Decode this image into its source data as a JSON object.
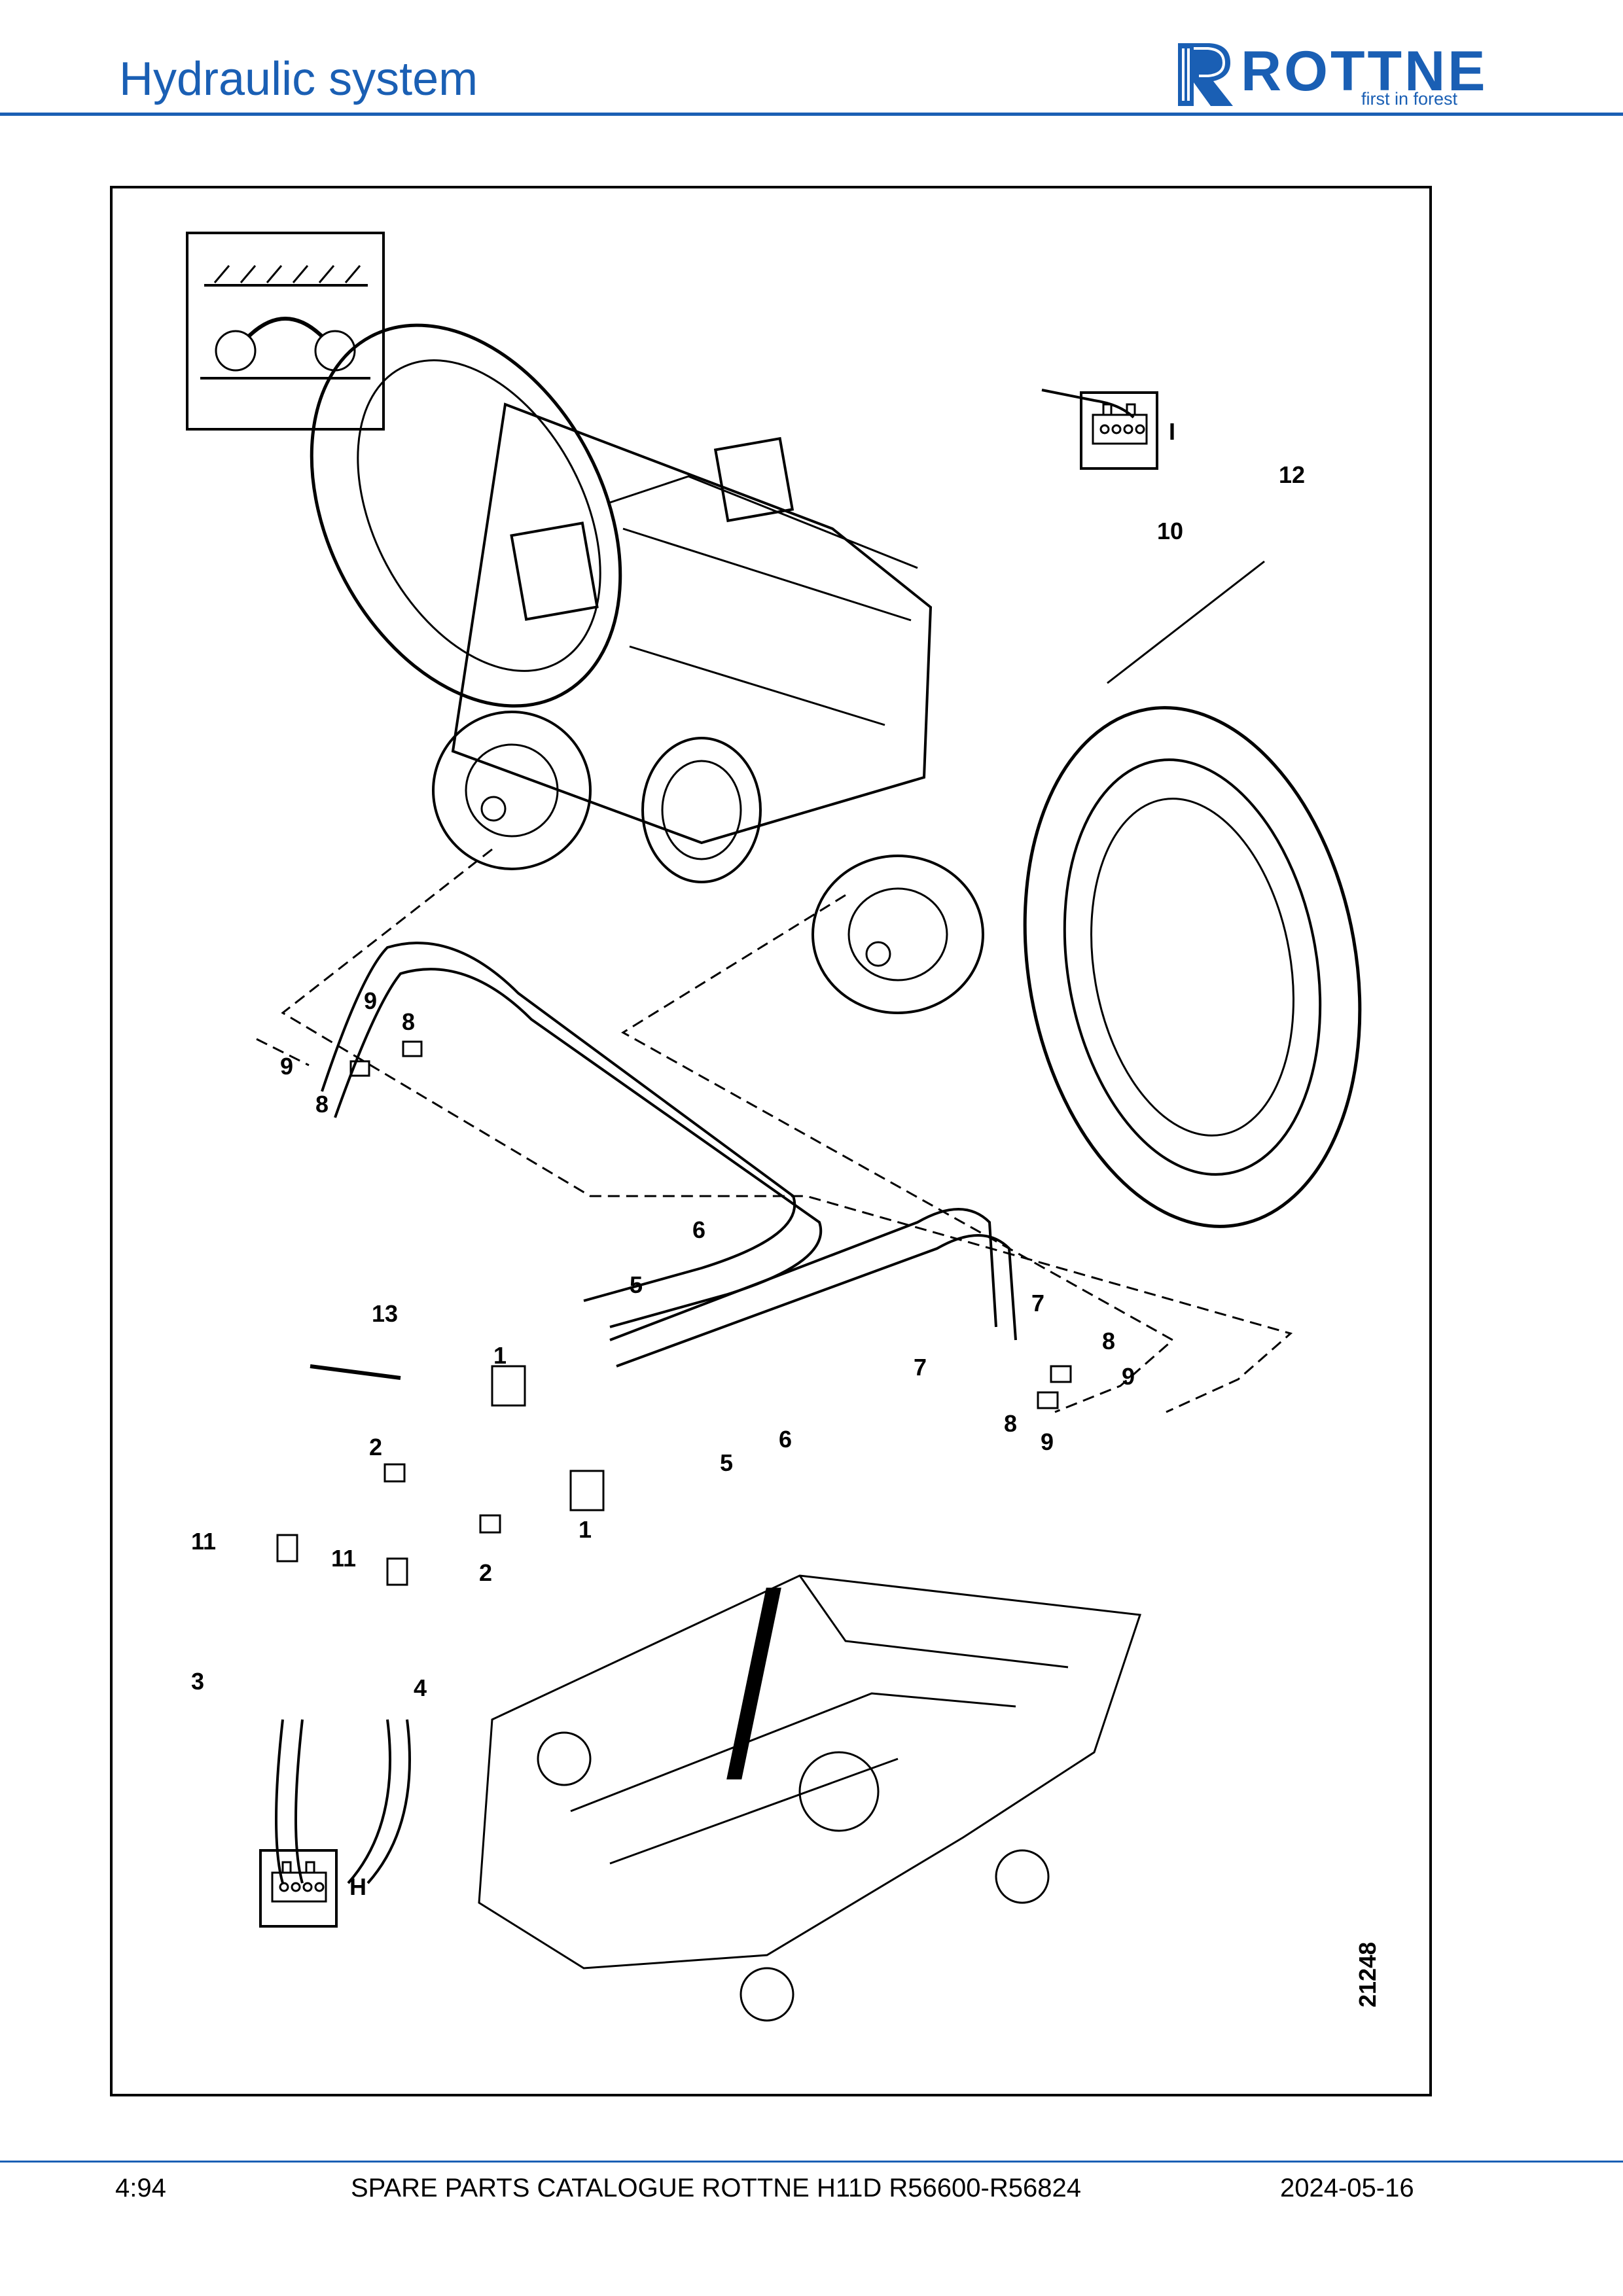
{
  "header": {
    "title": "Hydraulic system",
    "logo": {
      "word": "ROTTNE",
      "tagline": "first in forest",
      "icon": "rottne-r-logo"
    }
  },
  "diagram": {
    "icon": "axle-position-symbol-icon",
    "figure_number": "21248",
    "connector_labels": [
      "I",
      "H"
    ],
    "callouts": [
      "1",
      "1",
      "2",
      "2",
      "3",
      "4",
      "5",
      "5",
      "6",
      "6",
      "7",
      "7",
      "8",
      "8",
      "8",
      "8",
      "9",
      "9",
      "9",
      "9",
      "10",
      "11",
      "11",
      "12",
      "13"
    ]
  },
  "footer": {
    "page": "4:94",
    "catalogue": "SPARE PARTS CATALOGUE ROTTNE H11D R56600-R56824",
    "date": "2024-05-16"
  },
  "colors": {
    "brand": "#1a5fb4",
    "line": "#000000"
  }
}
